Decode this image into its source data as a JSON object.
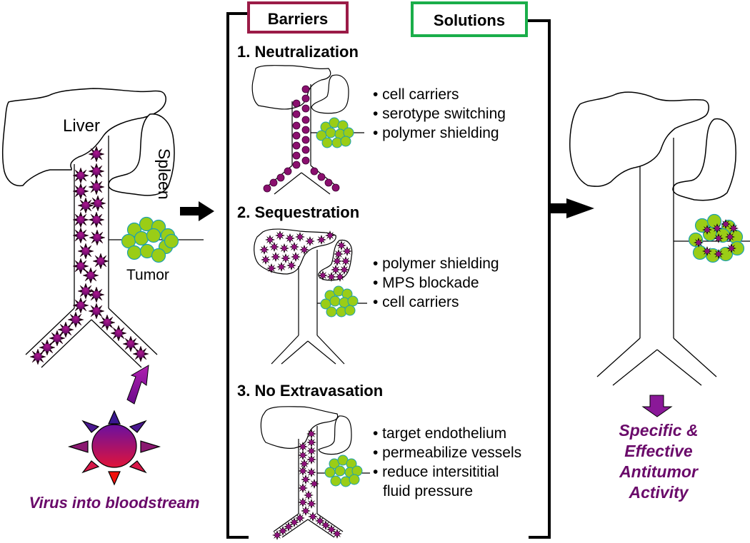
{
  "colors": {
    "barrier_box": "#9b1b47",
    "solution_box": "#1aae4a",
    "virus_fill": "#8a1078",
    "tumor_fill": "#9acd16",
    "tumor_stroke": "#1aa0b0",
    "caption_purple": "#6a0a6a"
  },
  "header": {
    "barriers_label": "Barriers",
    "solutions_label": "Solutions"
  },
  "left_panel": {
    "liver_label": "Liver",
    "spleen_label": "Spleen",
    "tumor_label": "Tumor",
    "caption": "Virus into bloodstream"
  },
  "barriers": [
    {
      "title": "1. Neutralization",
      "solutions": [
        "• cell carriers",
        "• serotype switching",
        "• polymer shielding"
      ]
    },
    {
      "title": "2. Sequestration",
      "solutions": [
        "• polymer shielding",
        "• MPS blockade",
        "• cell carriers"
      ]
    },
    {
      "title": "3. No Extravasation",
      "solutions": [
        "• target endothelium",
        "• permeabilize vessels",
        "• reduce intersititial",
        "fluid pressure"
      ]
    }
  ],
  "right_panel": {
    "caption_lines": [
      "Specific &",
      "Effective",
      "Antitumor",
      "Activity"
    ]
  }
}
